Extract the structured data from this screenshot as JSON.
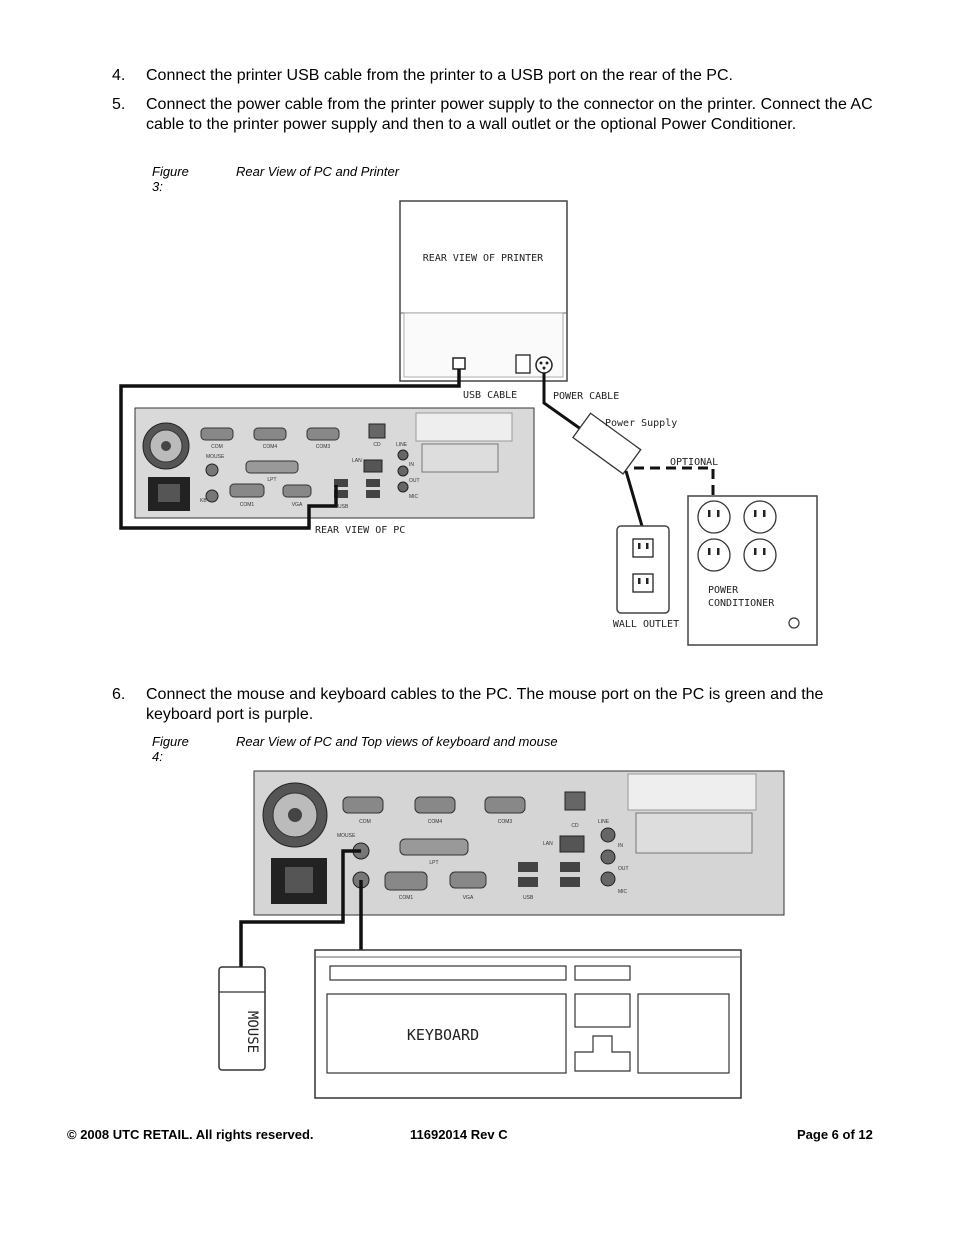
{
  "steps": [
    {
      "num": "4.",
      "text": "Connect the printer USB cable from the printer to a USB port on the rear of the PC."
    },
    {
      "num": "5.",
      "text": "Connect the power cable from the printer power supply to the connector on the printer.  Connect the AC cable to the printer power supply and then to a wall outlet or the optional Power Conditioner."
    },
    {
      "num": "6.",
      "text": "Connect the mouse and keyboard cables to the PC.  The mouse port on the PC is green and the keyboard port is purple."
    }
  ],
  "figure3": {
    "label": "Figure 3:",
    "title": "Rear View of PC and Printer",
    "labels": {
      "printer": "REAR VIEW OF PRINTER",
      "usb_cable": "USB CABLE",
      "power_cable": "POWER CABLE",
      "power_supply": "Power Supply",
      "optional": "OPTIONAL",
      "rear_pc": "REAR VIEW OF PC",
      "wall_outlet": "WALL OUTLET",
      "power_line1": "POWER",
      "power_line2": "CONDITIONER"
    }
  },
  "figure4": {
    "label": "Figure 4:",
    "title": "Rear View of PC and Top views of keyboard and mouse",
    "labels": {
      "mouse": "MOUSE",
      "keyboard": "KEYBOARD"
    }
  },
  "pc_port_labels": {
    "com": "COM",
    "com4": "COM4",
    "com3": "COM3",
    "cd": "CD",
    "mouse": "MOUSE",
    "lpt": "LPT",
    "lan": "LAN",
    "line": "LINE",
    "in": "IN",
    "out": "OUT",
    "mic": "MIC",
    "kb": "KB",
    "com1": "COM1",
    "vga": "VGA",
    "usb": "USB"
  },
  "footer": {
    "copyright": "© 2008 UTC RETAIL. All rights reserved.",
    "doc_number": "11692014 Rev C",
    "page": "Page 6 of 12"
  }
}
